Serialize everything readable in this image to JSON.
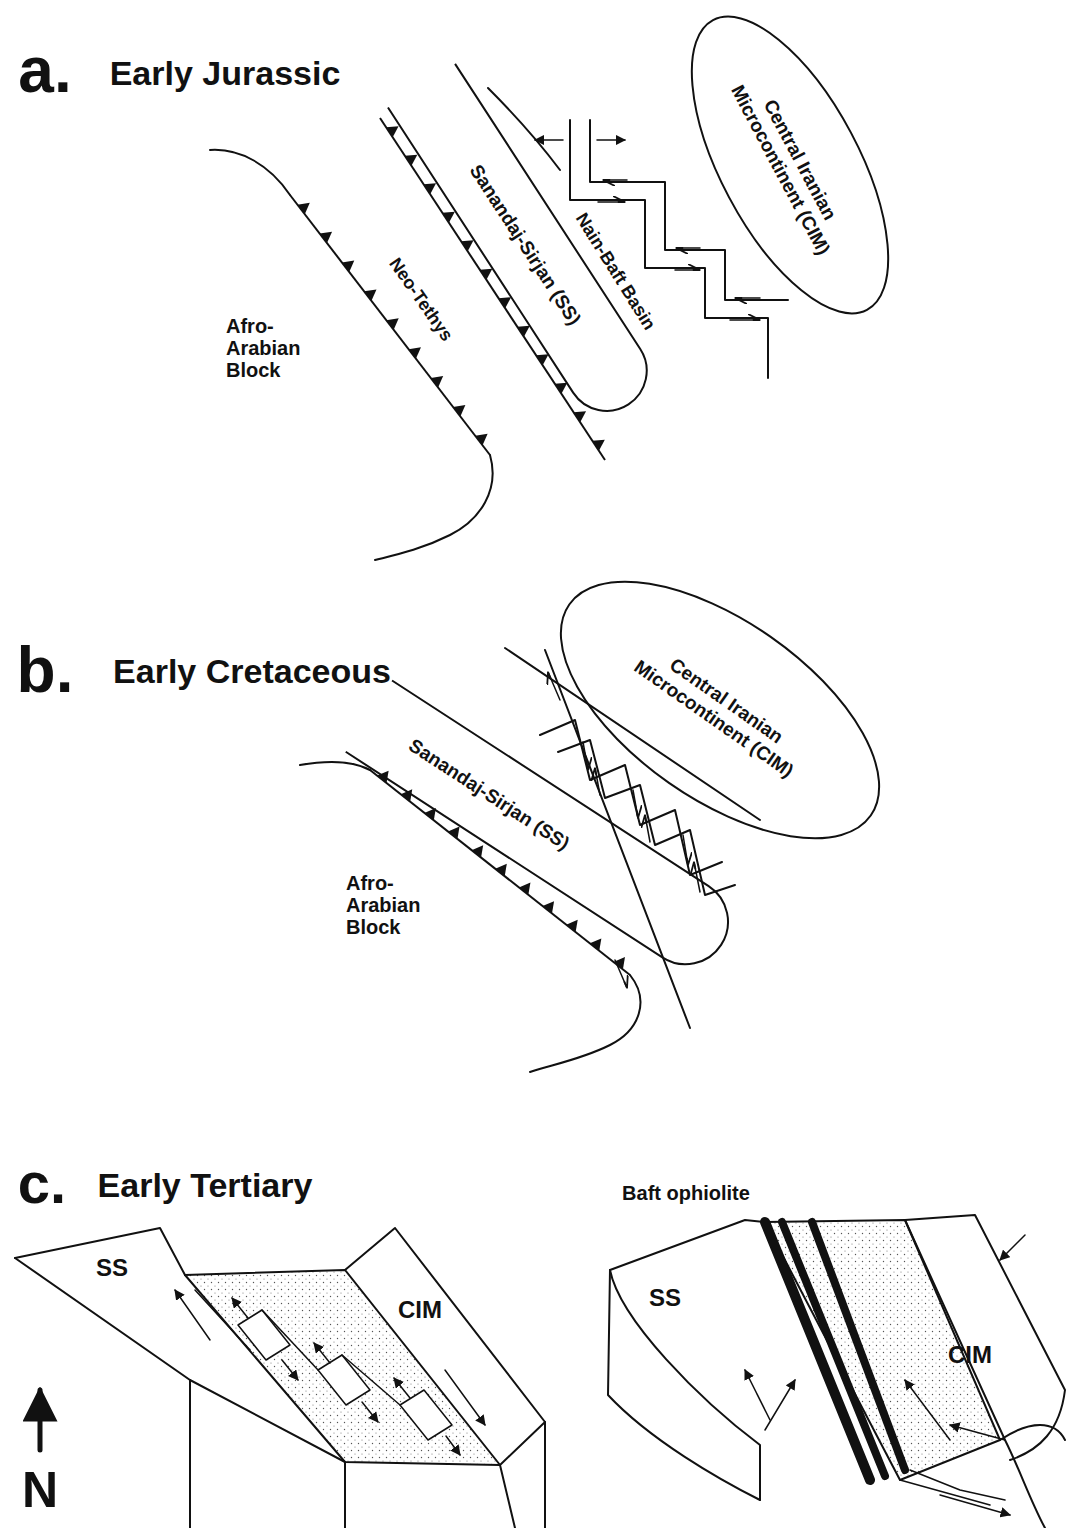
{
  "diagram": {
    "nodes": [
      {
        "text": [
          "Central Iranian Microcontinent (CIM)"
        ]
      },
      {
        "text": [
          "Sanandaj-Sirjan (SS)"
        ]
      },
      {
        "text": [
          "Central Iranian Microcontinent (CIM)"
        ]
      },
      {
        "text": [
          "Sanandaj-Sirjan (SS)"
        ]
      }
    ],
    "labels": [
      "a.",
      "Early Jurassic",
      "Neo-Tethys",
      "Afro-Arabian Block",
      "Nain-Baft Basin",
      "b.",
      "Early Cretaceous",
      "Afro-Arabian Block",
      "c.",
      "Early Tertiary",
      "Baft ophiolite",
      "SS",
      "CIM",
      "SS",
      "CIM",
      "N"
    ]
  }
}
